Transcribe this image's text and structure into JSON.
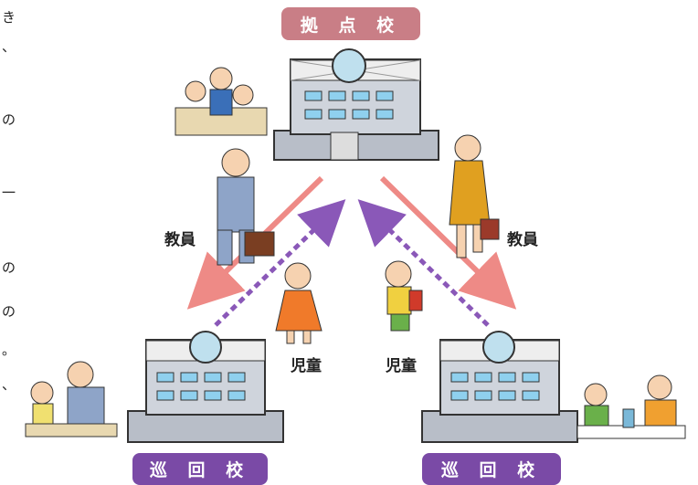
{
  "labels": {
    "hub_school": "拠 点 校",
    "visit_school_left": "巡 回 校",
    "visit_school_right": "巡 回 校"
  },
  "captions": {
    "teacher_left": "教員",
    "teacher_right": "教員",
    "child_left": "児童",
    "child_right": "児童"
  },
  "side_text": [
    "き",
    "、",
    "の",
    "一",
    "の",
    "の",
    "。",
    "、"
  ],
  "colors": {
    "teacher_arrow": "#ee8a86",
    "child_arrow": "#8a58b8",
    "hub_label_bg": "#c97e86",
    "visit_label_bg": "#7a4aa6"
  }
}
